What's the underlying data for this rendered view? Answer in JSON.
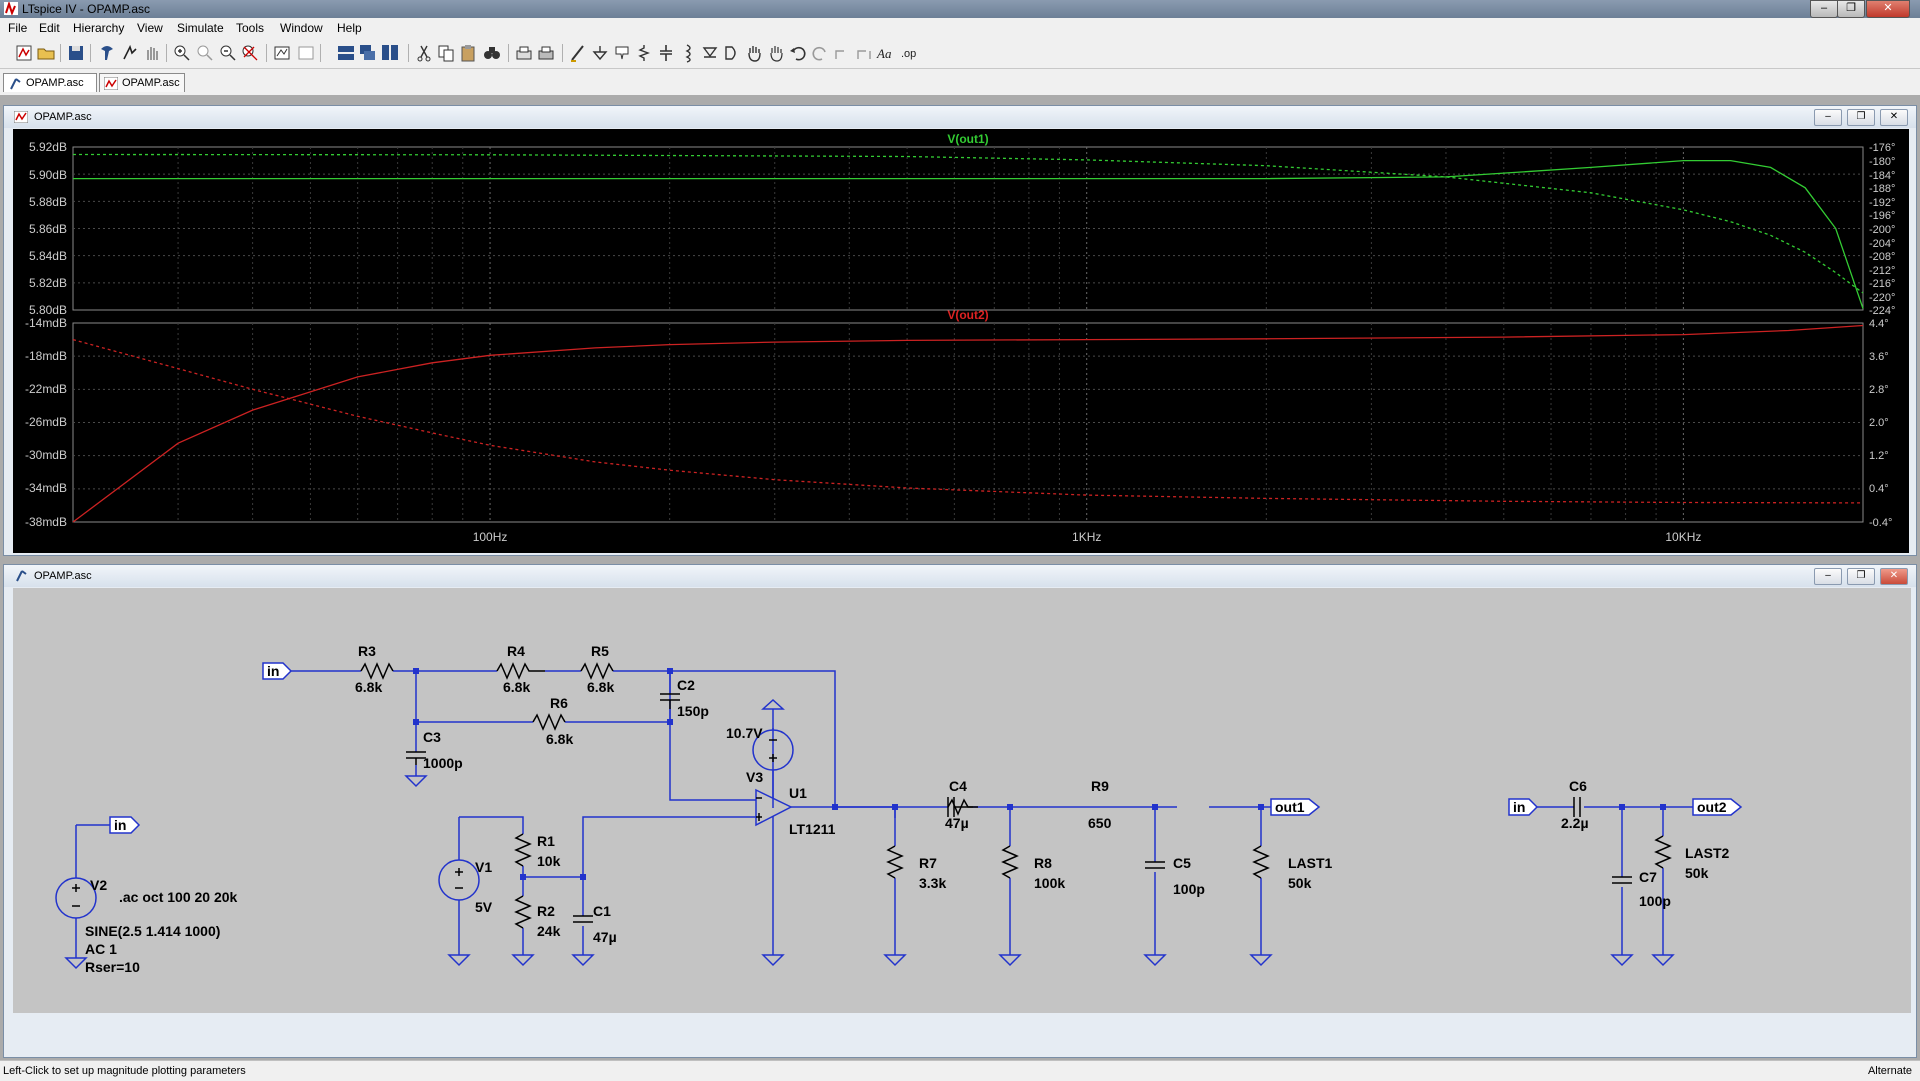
{
  "app": {
    "title": "LTspice IV - OPAMP.asc"
  },
  "window_buttons": {
    "minimize": "–",
    "restore": "❐",
    "close": "✕"
  },
  "menu": [
    "File",
    "Edit",
    "Hierarchy",
    "View",
    "Simulate",
    "Tools",
    "Window",
    "Help"
  ],
  "tabs": [
    {
      "label": "OPAMP.asc",
      "icon": "schematic-icon",
      "active": true
    },
    {
      "label": "OPAMP.asc",
      "icon": "waveform-icon",
      "active": false
    }
  ],
  "plot_window": {
    "title": "OPAMP.asc",
    "pane1": {
      "trace_label": "V(out1)",
      "trace_color": "#33cc33",
      "y_left_ticks": [
        "5.92dB",
        "5.90dB",
        "5.88dB",
        "5.86dB",
        "5.84dB",
        "5.82dB",
        "5.80dB"
      ],
      "y_right_ticks": [
        "-176°",
        "-180°",
        "-184°",
        "-188°",
        "-192°",
        "-196°",
        "-200°",
        "-204°",
        "-208°",
        "-212°",
        "-216°",
        "-220°",
        "-224°"
      ]
    },
    "pane2": {
      "trace_label": "V(out2)",
      "trace_color": "#cc2222",
      "y_left_ticks": [
        "-14mdB",
        "-18mdB",
        "-22mdB",
        "-26mdB",
        "-30mdB",
        "-34mdB",
        "-38mdB"
      ],
      "y_right_ticks": [
        "4.4°",
        "3.6°",
        "2.8°",
        "2.0°",
        "1.2°",
        "0.4°",
        "-0.4°"
      ]
    },
    "x_ticks": [
      "100Hz",
      "1KHz",
      "10KHz"
    ]
  },
  "chart_data": [
    {
      "type": "line",
      "title": "V(out1)",
      "x_scale": "log",
      "xlim": [
        20,
        20000
      ],
      "ylim_left": [
        5.8,
        5.92
      ],
      "ylim_right": [
        -224,
        -176
      ],
      "series": [
        {
          "name": "V(out1)",
          "style": "solid",
          "axis": "left",
          "x": [
            20,
            100,
            500,
            1000,
            2000,
            4000,
            7000,
            10000,
            12000,
            14000,
            16000,
            18000,
            20000
          ],
          "y": [
            5.8967,
            5.8967,
            5.8967,
            5.8967,
            5.8967,
            5.898,
            5.905,
            5.91,
            5.91,
            5.905,
            5.89,
            5.86,
            5.801
          ]
        },
        {
          "name": "V(out1)",
          "style": "dashed",
          "axis": "right",
          "x": [
            20,
            100,
            500,
            1000,
            2000,
            4000,
            7000,
            10000,
            12000,
            14000,
            16000,
            18000,
            20000
          ],
          "y": [
            -178.2,
            -178.3,
            -178.8,
            -179.8,
            -181.5,
            -184.8,
            -189.5,
            -194.5,
            -198,
            -202,
            -207,
            -213,
            -219
          ]
        }
      ]
    },
    {
      "type": "line",
      "title": "V(out2)",
      "x_scale": "log",
      "xlim": [
        20,
        20000
      ],
      "ylim_left": [
        -38,
        -14
      ],
      "ylim_right": [
        -0.4,
        4.4
      ],
      "series": [
        {
          "name": "V(out2)",
          "style": "solid",
          "axis": "left",
          "x": [
            20,
            30,
            40,
            60,
            80,
            100,
            150,
            200,
            300,
            500,
            1000,
            2000,
            5000,
            10000,
            15000,
            20000
          ],
          "y": [
            -38,
            -28.5,
            -24.5,
            -20.5,
            -18.8,
            -17.9,
            -17.0,
            -16.6,
            -16.3,
            -16.1,
            -16.0,
            -15.9,
            -15.7,
            -15.4,
            -14.9,
            -14.3
          ]
        },
        {
          "name": "V(out2)",
          "style": "dashed",
          "axis": "right",
          "x": [
            20,
            30,
            40,
            60,
            80,
            100,
            150,
            200,
            300,
            500,
            1000,
            2000,
            5000,
            10000,
            20000
          ],
          "y": [
            4.0,
            3.3,
            2.8,
            2.15,
            1.75,
            1.45,
            1.05,
            0.85,
            0.62,
            0.42,
            0.25,
            0.17,
            0.1,
            0.07,
            0.06
          ]
        }
      ]
    }
  ],
  "schematic_window": {
    "title": "OPAMP.asc",
    "labels": {
      "R3": "R3",
      "R3v": "6.8k",
      "R4": "R4",
      "R4v": "6.8k",
      "R5": "R5",
      "R5v": "6.8k",
      "R6": "R6",
      "R6v": "6.8k",
      "C2": "C2",
      "C2v": "150p",
      "C3": "C3",
      "C3v": "1000p",
      "V3": "V3",
      "V3v": "10.7V",
      "U1": "U1",
      "U1v": "LT1211",
      "V1": "V1",
      "V1v": "5V",
      "R1": "R1",
      "R1v": "10k",
      "R2": "R2",
      "R2v": "24k",
      "C1": "C1",
      "C1v": "47µ",
      "C4": "C4",
      "C4v": "47µ",
      "R7": "R7",
      "R7v": "3.3k",
      "R8": "R8",
      "R8v": "100k",
      "R9": "R9",
      "R9v": "650",
      "C5": "C5",
      "C5v": "100p",
      "LAST1": "LAST1",
      "LAST1v": "50k",
      "C6": "C6",
      "C6v": "2.2µ",
      "C7": "C7",
      "C7v": "100p",
      "LAST2": "LAST2",
      "LAST2v": "50k",
      "V2": "V2",
      "V2v1": "SINE(2.5 1.414 1000)",
      "V2v2": "AC 1",
      "V2v3": "Rser=10",
      "directive": ".ac oct 100 20 20k",
      "port_in": "in",
      "port_out1": "out1",
      "port_out2": "out2"
    }
  },
  "status": {
    "left": "Left-Click to set up magnitude plotting parameters",
    "right": "Alternate"
  }
}
